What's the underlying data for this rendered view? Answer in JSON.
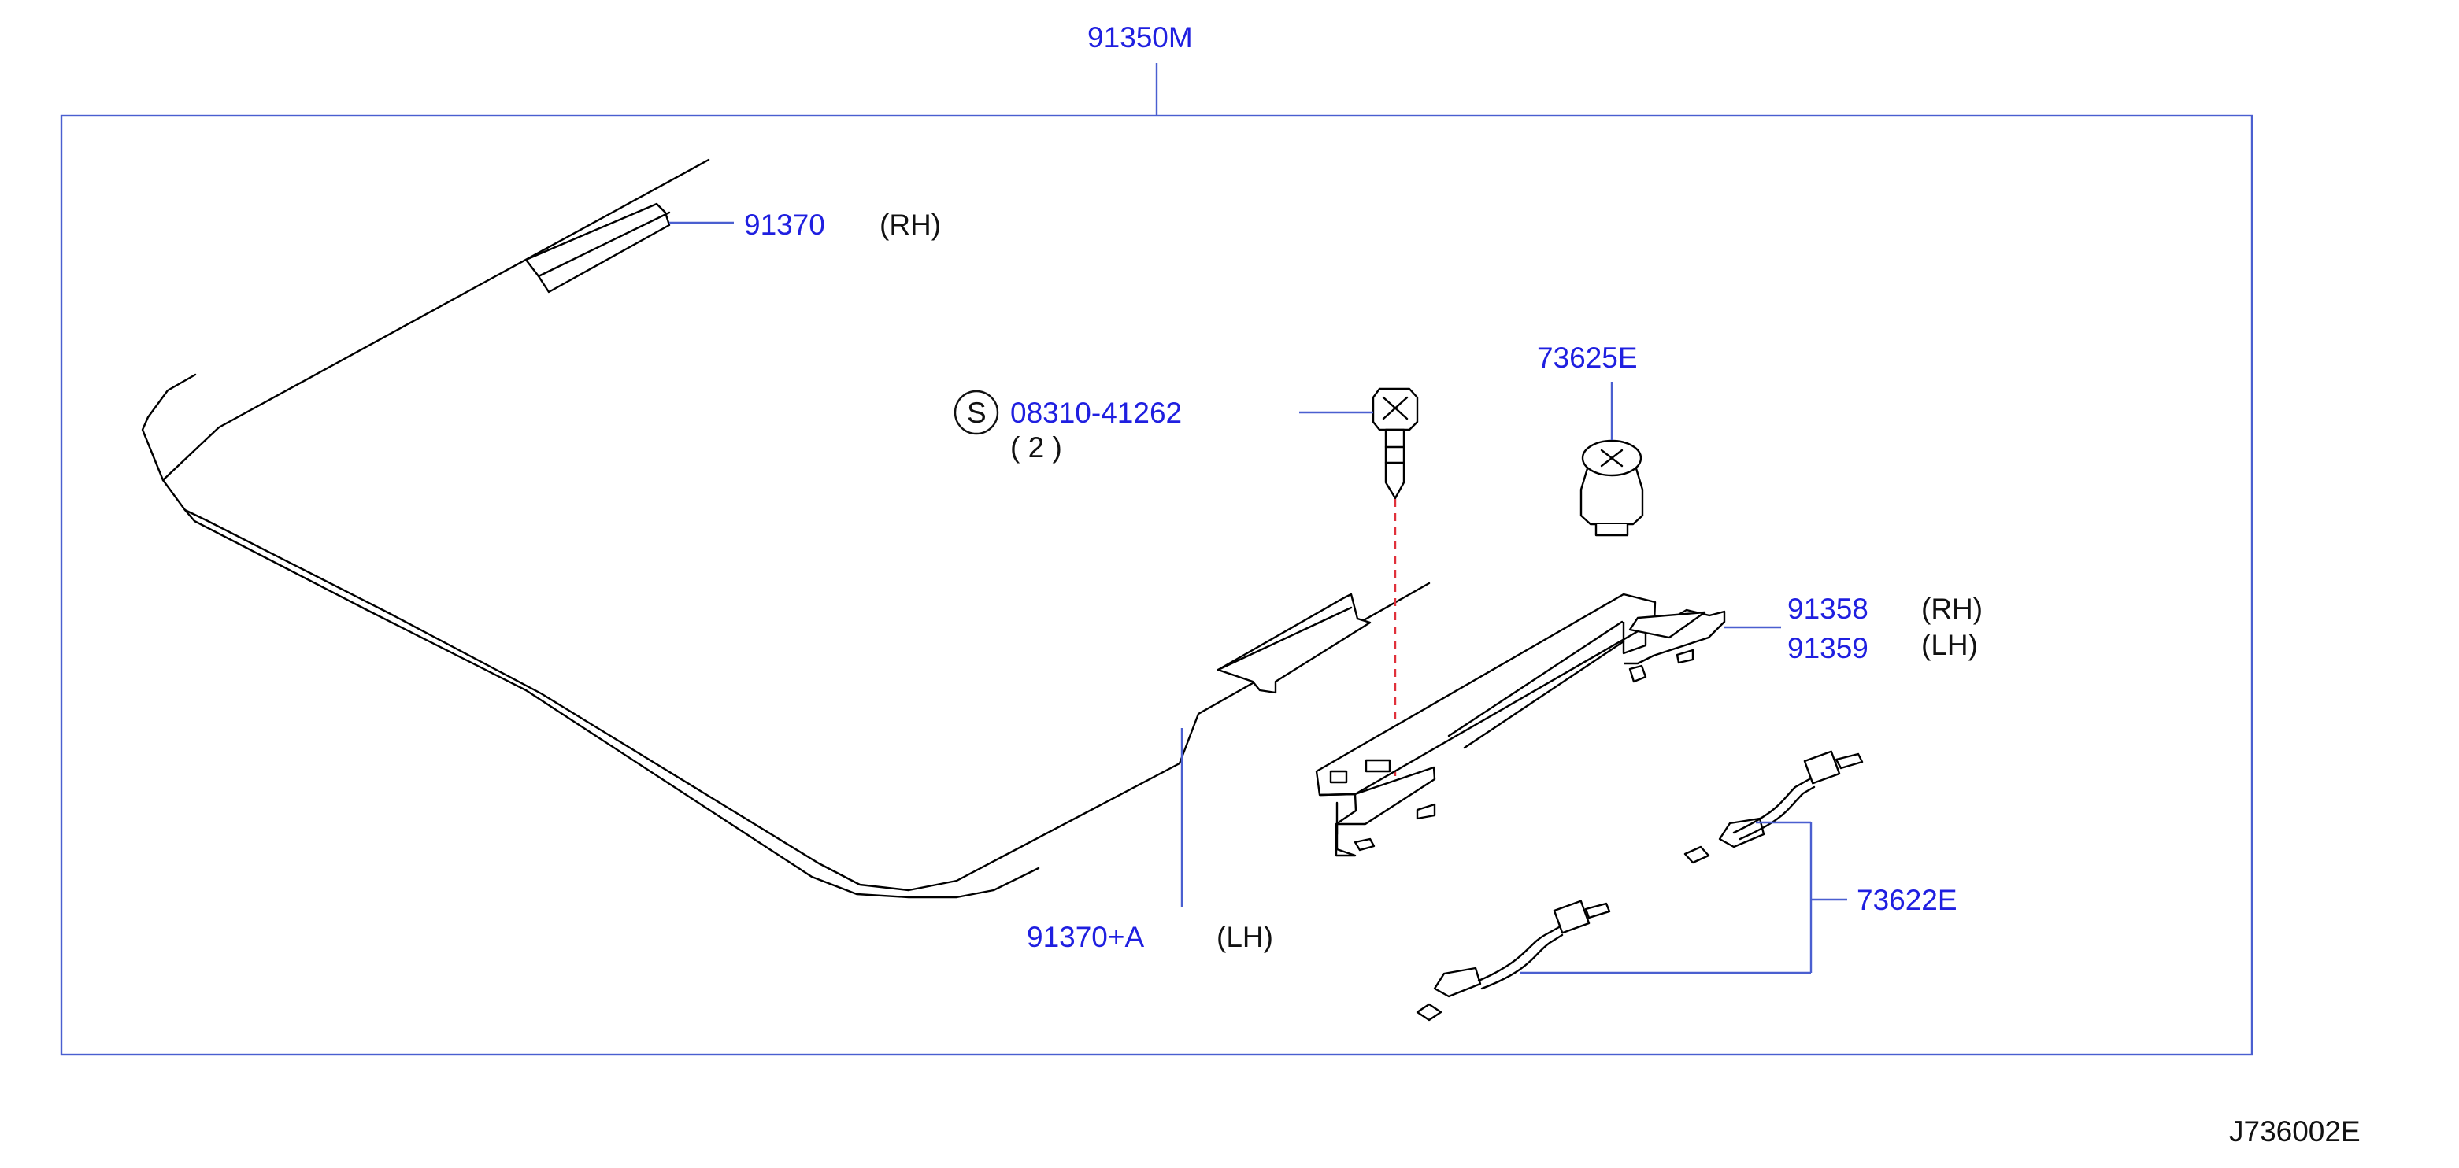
{
  "diagram_code": "J736002E",
  "colors": {
    "part_number": "#1f1fe0",
    "leader_line": "#4a5fd0",
    "frame": "#4a5fd0",
    "guide_dash": "#e0303a",
    "text": "#111111"
  },
  "parts": {
    "assembly": {
      "number": "91350M"
    },
    "rh_guide": {
      "number": "91370",
      "side": "(RH)"
    },
    "lh_guide": {
      "number": "91370+A",
      "side": "(LH)"
    },
    "screw": {
      "symbol": "S",
      "number": "08310-41262",
      "qty": "( 2 )"
    },
    "cap": {
      "number": "73625E"
    },
    "bracket_rh": {
      "number": "91358",
      "side": "(RH)"
    },
    "bracket_lh": {
      "number": "91359",
      "side": "(LH)"
    },
    "harness": {
      "number": "73622E"
    }
  }
}
